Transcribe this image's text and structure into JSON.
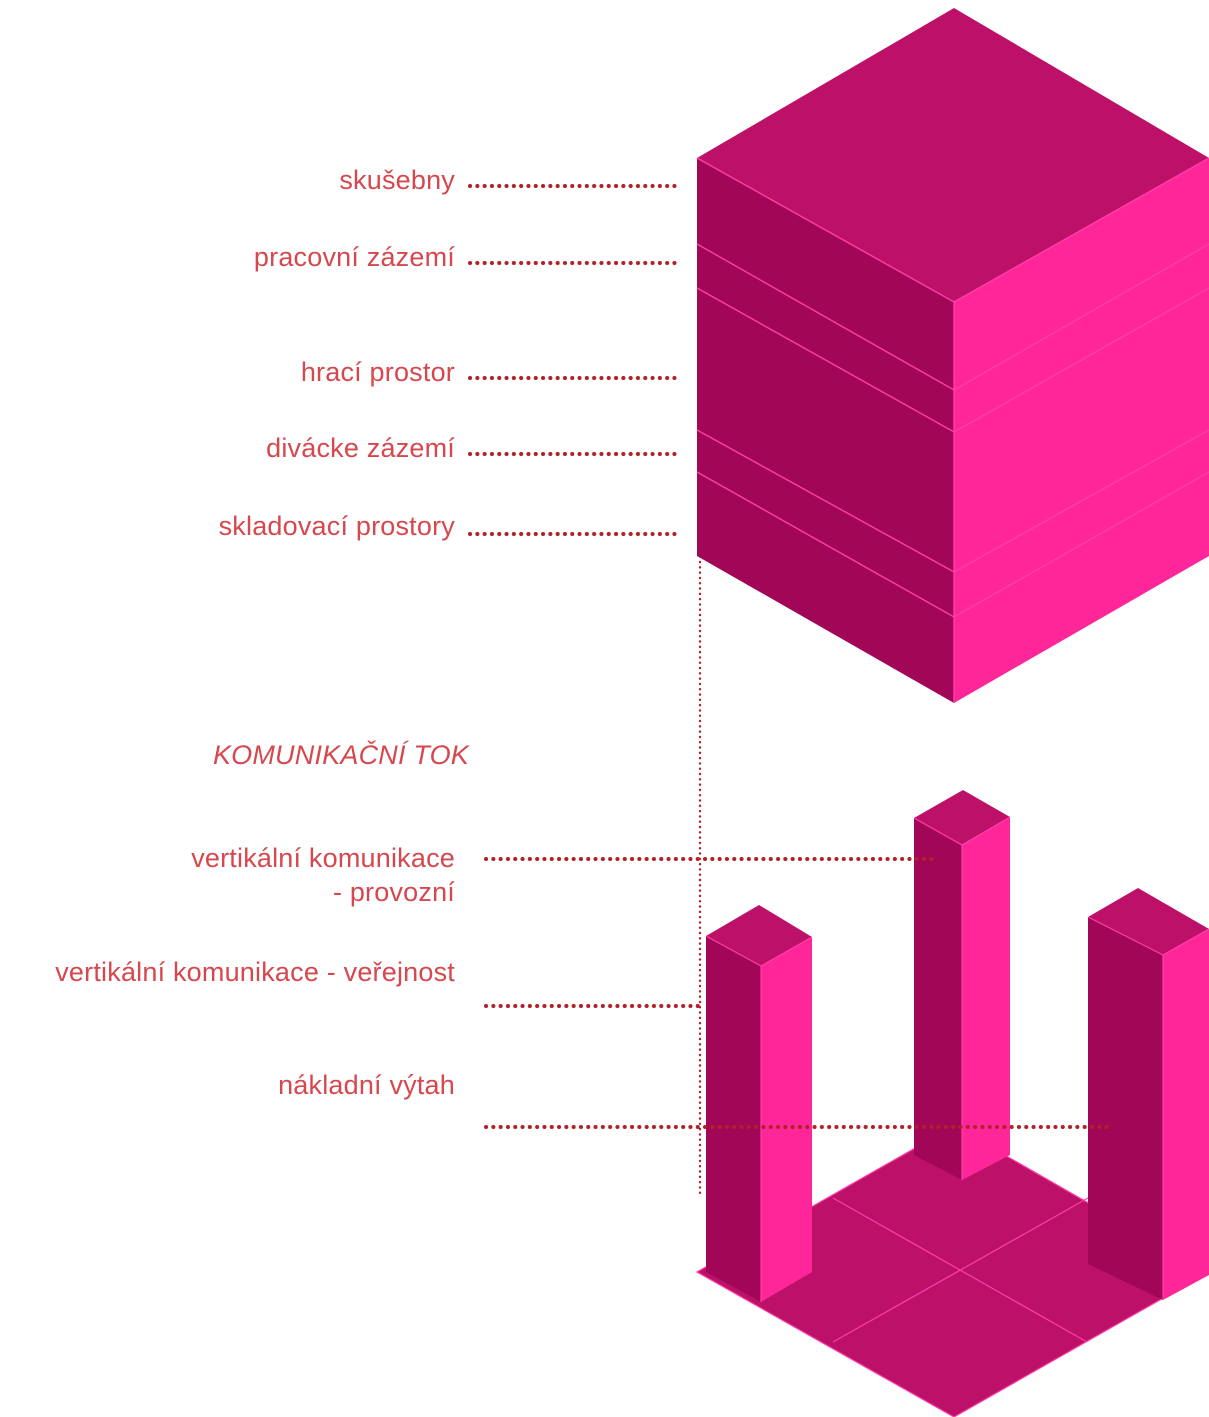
{
  "colors": {
    "label_text": "#d6474e",
    "leader_dots": "#b3202a",
    "top_face": "#bd1169",
    "left_face": "#a10756",
    "right_face": "#ff2699",
    "edge_line": "#ff3da8"
  },
  "zones": [
    {
      "id": "skusebny",
      "label": "skušebny"
    },
    {
      "id": "pracovni-zazemi",
      "label": "pracovní zázemí"
    },
    {
      "id": "hraci-prostor",
      "label": "hrací prostor"
    },
    {
      "id": "divacke-zazemi",
      "label": "divácke zázemí"
    },
    {
      "id": "skladovaci-prostory",
      "label": "skladovací prostory"
    }
  ],
  "circulation": {
    "heading": "KOMUNIKAČNÍ TOK",
    "items": [
      {
        "id": "vertikalni-provozni",
        "line1": "vertikální komunikace",
        "line2": "- provozní"
      },
      {
        "id": "vertikalni-verejnost",
        "label": "vertikální komunikace - veřejnost"
      },
      {
        "id": "nakladni-vytah",
        "label": "nákladní výtah"
      }
    ]
  }
}
